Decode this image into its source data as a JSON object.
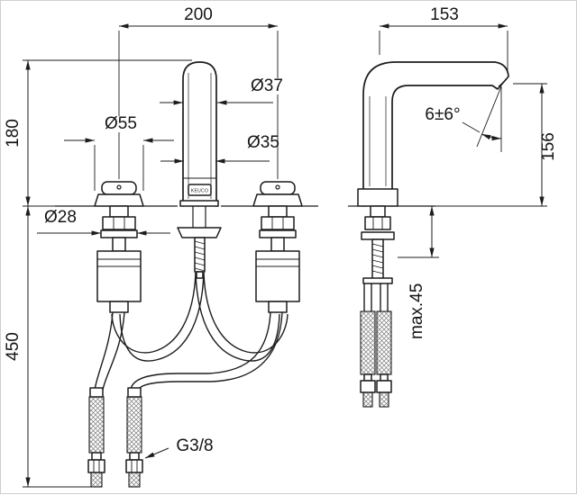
{
  "brand": "KEUCO",
  "dimensions": {
    "hole_spacing": "200",
    "spout_reach": "153",
    "spout_height": "180",
    "handle_diameter": "Ø55",
    "spout_diameter_top": "Ø37",
    "spout_diameter_lower": "Ø35",
    "base_shaft_diameter": "Ø28",
    "outlet_angle": "6±6°",
    "outlet_height": "156",
    "max_mounting_thickness": "max.45",
    "hose_length": "450",
    "connection_thread": "G3/8"
  }
}
